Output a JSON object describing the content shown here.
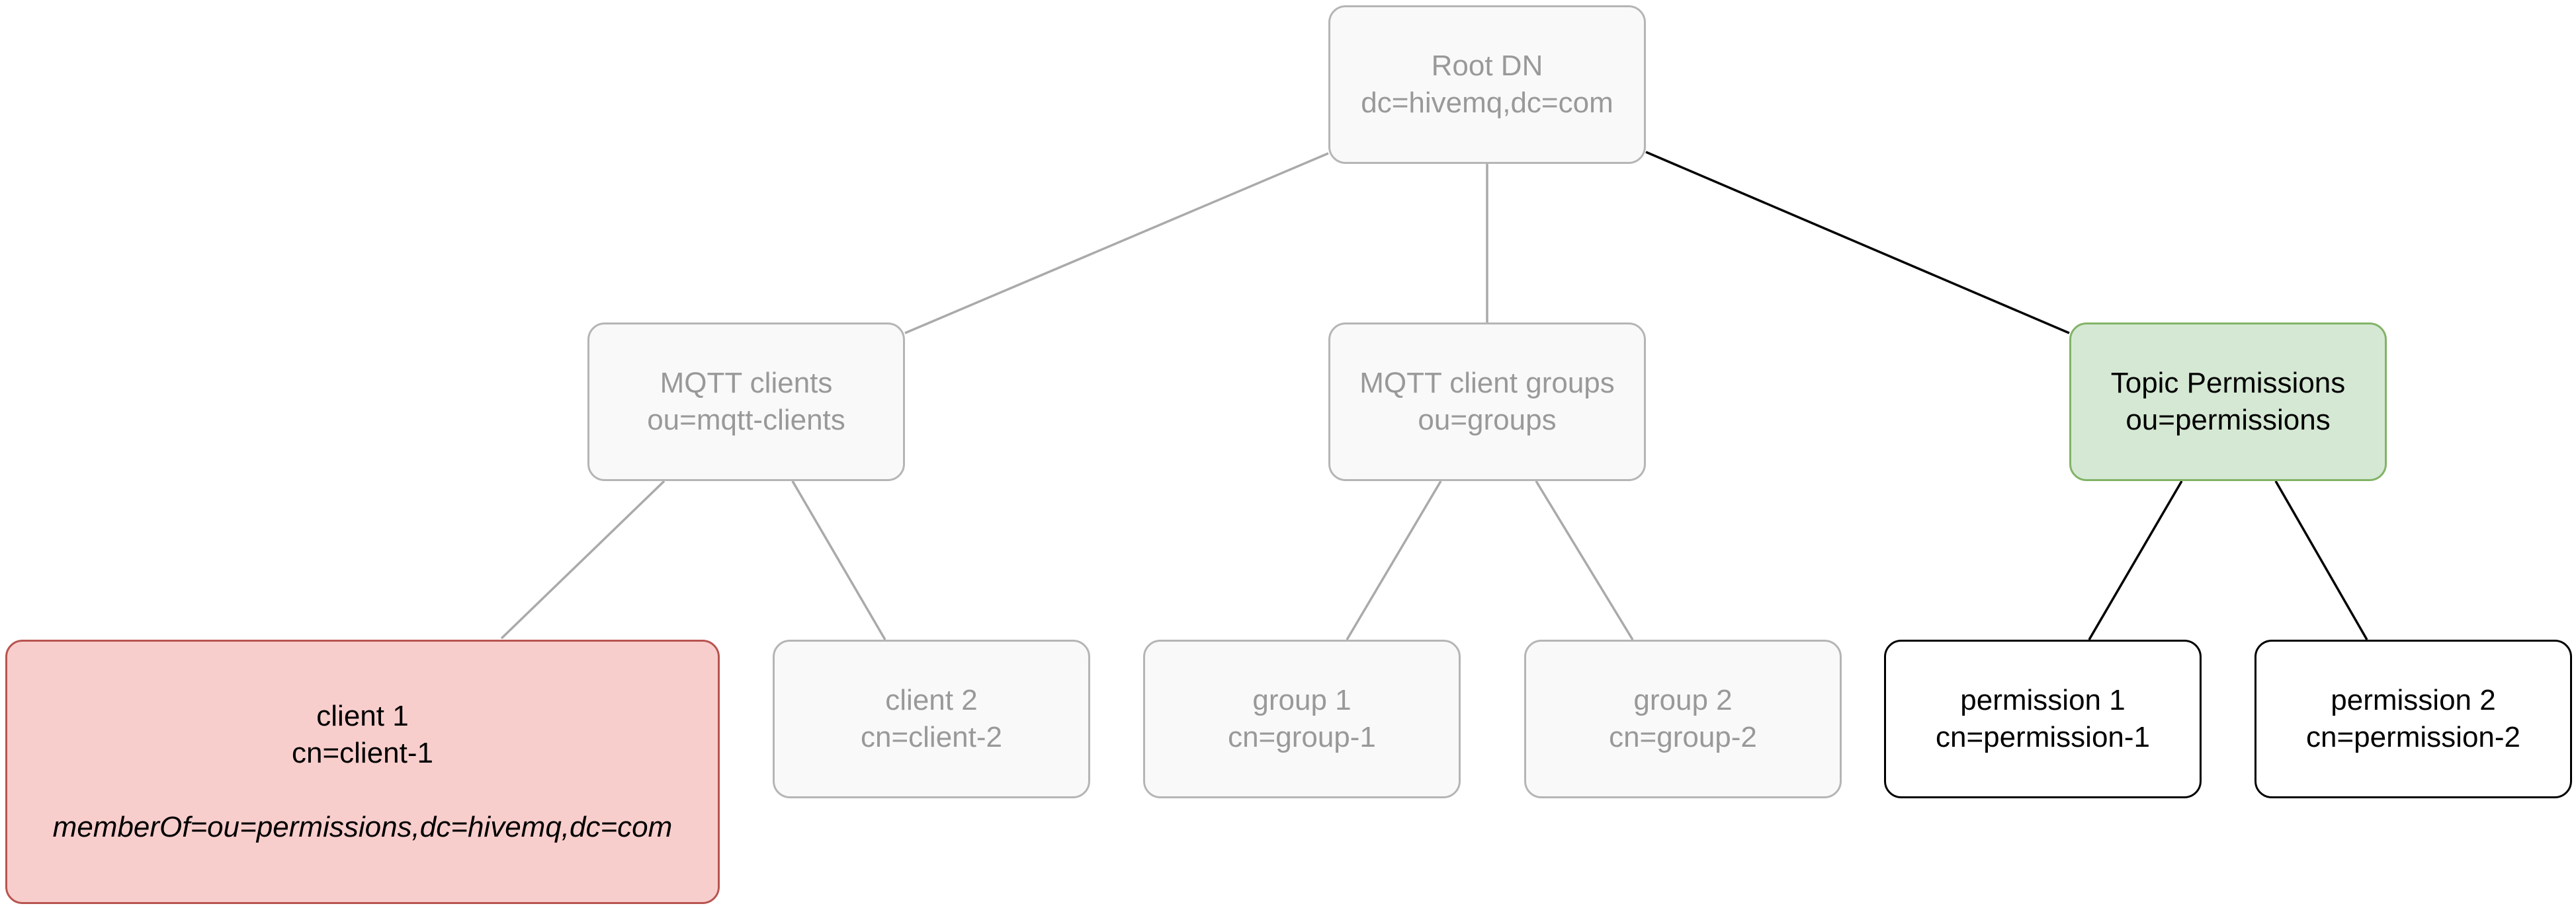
{
  "diagram": {
    "type": "ldap-directory-tree",
    "colors": {
      "dim_fill": "#f9f9f9",
      "dim_stroke": "#b5b5b5",
      "dim_text": "#999999",
      "highlight_green_fill": "#d5e8d4",
      "highlight_green_stroke": "#82b366",
      "highlight_red_fill": "#f8cecc",
      "highlight_red_stroke": "#b85450",
      "active_stroke": "#000000"
    },
    "nodes": {
      "root": {
        "title": "Root DN",
        "dn": "dc=hivemq,dc=com",
        "style": "dim"
      },
      "mqtt": {
        "title": "MQTT clients",
        "dn": "ou=mqtt-clients",
        "style": "dim"
      },
      "groups": {
        "title": "MQTT client groups",
        "dn": "ou=groups",
        "style": "dim"
      },
      "topic": {
        "title": "Topic Permissions",
        "dn": "ou=permissions",
        "style": "green"
      },
      "client1": {
        "title": "client 1",
        "dn": "cn=client-1",
        "attribute": "memberOf=ou=permissions,dc=hivemq,dc=com",
        "style": "red"
      },
      "client2": {
        "title": "client 2",
        "dn": "cn=client-2",
        "style": "dim"
      },
      "group1": {
        "title": "group 1",
        "dn": "cn=group-1",
        "style": "dim"
      },
      "group2": {
        "title": "group 2",
        "dn": "cn=group-2",
        "style": "dim"
      },
      "perm1": {
        "title": "permission 1",
        "dn": "cn=permission-1",
        "style": "plain"
      },
      "perm2": {
        "title": "permission 2",
        "dn": "cn=permission-2",
        "style": "plain"
      }
    },
    "edges": [
      {
        "from": "root",
        "to": "mqtt",
        "style": "dim"
      },
      {
        "from": "root",
        "to": "groups",
        "style": "dim"
      },
      {
        "from": "root",
        "to": "topic",
        "style": "active"
      },
      {
        "from": "mqtt",
        "to": "client1",
        "style": "dim"
      },
      {
        "from": "mqtt",
        "to": "client2",
        "style": "dim"
      },
      {
        "from": "groups",
        "to": "group1",
        "style": "dim"
      },
      {
        "from": "groups",
        "to": "group2",
        "style": "dim"
      },
      {
        "from": "topic",
        "to": "perm1",
        "style": "active"
      },
      {
        "from": "topic",
        "to": "perm2",
        "style": "active"
      }
    ]
  }
}
